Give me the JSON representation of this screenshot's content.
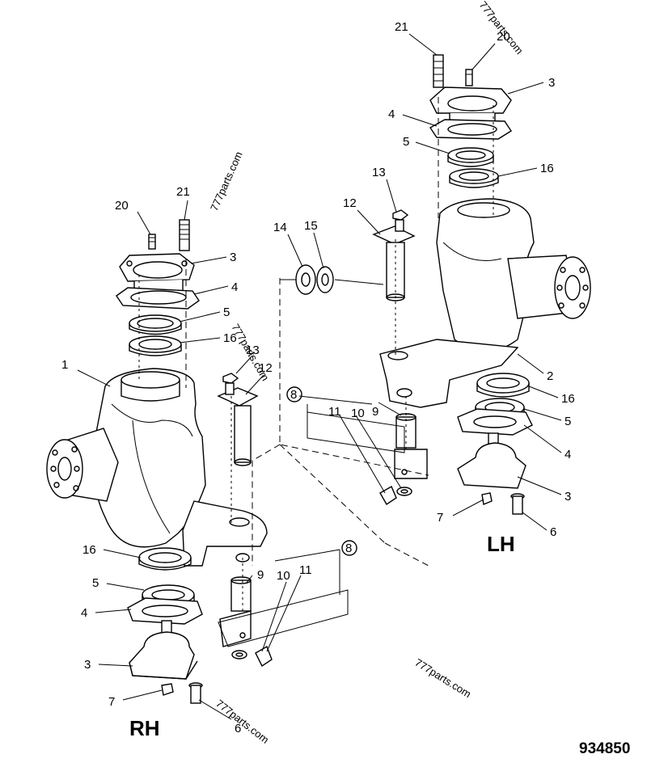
{
  "diagram": {
    "drawing_number": "934850",
    "side_labels": {
      "rh": "RH",
      "lh": "LH"
    },
    "watermark": "777parts.com",
    "section_marker": "8",
    "callouts_rh": {
      "p1": "1",
      "p3a": "3",
      "p3b": "3",
      "p4a": "4",
      "p4b": "4",
      "p5a": "5",
      "p5b": "5",
      "p6": "6",
      "p7": "7",
      "p9": "9",
      "p10": "10",
      "p11": "11",
      "p12": "12",
      "p13": "13",
      "p16a": "16",
      "p16b": "16",
      "p20": "20",
      "p21": "21"
    },
    "callouts_lh": {
      "p2": "2",
      "p3a": "3",
      "p3b": "3",
      "p4a": "4",
      "p4b": "4",
      "p5a": "5",
      "p5b": "5",
      "p6": "6",
      "p7": "7",
      "p9": "9",
      "p10": "10",
      "p11": "11",
      "p12": "12",
      "p13": "13",
      "p14": "14",
      "p15": "15",
      "p16a": "16",
      "p16b": "16",
      "p20": "20",
      "p21": "21"
    }
  }
}
